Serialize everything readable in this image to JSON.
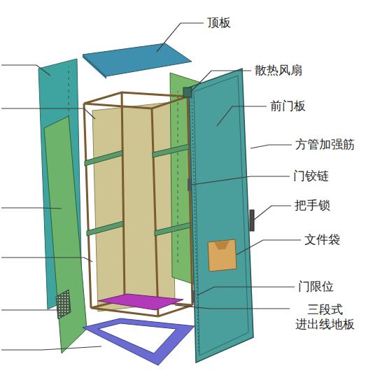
{
  "diagram": {
    "labels": [
      "顶板",
      "散热风扇",
      "前门板",
      "方管加强筋",
      "门铰链",
      "把手锁",
      "文件袋",
      "门限位",
      "三段式 进出线地板"
    ]
  }
}
